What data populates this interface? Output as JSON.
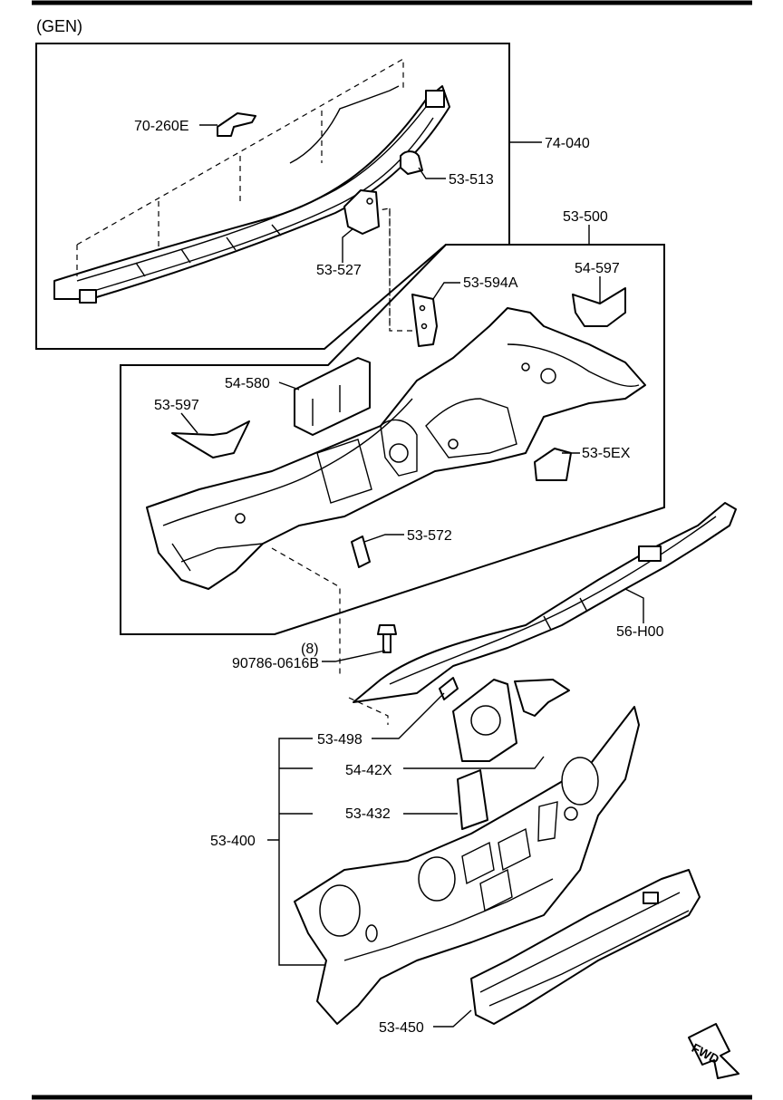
{
  "header": {
    "variant": "(GEN)"
  },
  "fwd_arrow": {
    "label": "FWD"
  },
  "labels": {
    "cowl_bracket": "70-260E",
    "cowl_panel": "74-040",
    "clip": "53-513",
    "cowl_mount": "53-527",
    "dash_assembly": "53-500",
    "bracket_594a": "53-594A",
    "bracket_54597": "54-597",
    "bracket_54580": "54-580",
    "bracket_53597": "53-597",
    "bracket_53ex": "53-5EX",
    "bracket_53572": "53-572",
    "member_56h00": "56-H00",
    "bolt_qty": "(8)",
    "bolt": "90786-0616B",
    "gusset_498": "53-498",
    "panel_54x": "54-42X",
    "panel_432": "53-432",
    "dash_lower": "53-400",
    "crossmember": "53-450"
  }
}
